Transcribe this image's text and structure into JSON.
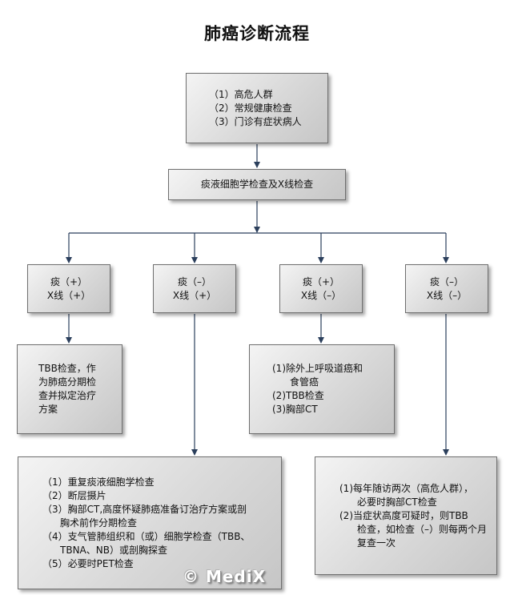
{
  "title": "肺癌诊断流程",
  "nodes": {
    "start": [
      "（1）高危人群",
      "（2）常规健康检查",
      "（3）门诊有症状病人"
    ],
    "sputum_xray": "痰液细胞学检查及X线检查",
    "case1": [
      "痰（+）",
      "X线（+）"
    ],
    "case2": [
      "痰（–）",
      "X线（+）"
    ],
    "case3": [
      "痰（+）",
      "X线（–）"
    ],
    "case4": [
      "痰（–）",
      "X线（–）"
    ],
    "result1": [
      "TBB检查，作",
      "为肺癌分期检",
      "查并拟定治疗",
      "方案"
    ],
    "result3": [
      "(1)除外上呼吸道癌和",
      "食管癌",
      "(2)TBB检查",
      "(3)胸部CT"
    ],
    "result2": [
      "（1）重复痰液细胞学检查",
      "（2）断层摄片",
      "（3）胸部CT,高度怀疑肺癌准备订治疗方案或剖",
      "胸术前作分期检查",
      "（4）支气管肺组织和（或）细胞学检查（TBB、",
      "TBNA、NB）或剖胸探查",
      "（5）必要时PET检查"
    ],
    "result4": [
      "(1)每年随访两次（高危人群），",
      "必要时胸部CT检查",
      "(2)当症状高度可疑时，则TBB",
      "检查，如检查（–）则每两个月",
      "复查一次"
    ]
  },
  "watermark": "© MediX",
  "colors": {
    "connector": "#2b3f5c",
    "box_border": "#6f6f6f"
  }
}
